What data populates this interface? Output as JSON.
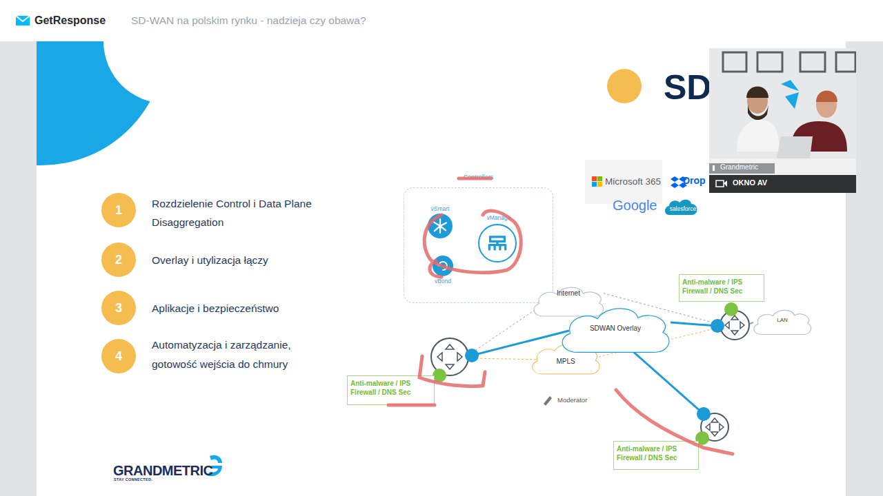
{
  "diagram": {
    "title": "SD-WAN na polskim rynku - nadzieja czy obawa?",
    "nodes": [
      {
        "text": [
          "1"
        ]
      },
      {
        "text": [
          "2"
        ]
      },
      {
        "text": [
          "3"
        ]
      },
      {
        "text": [
          "4"
        ]
      },
      {
        "text": [
          "Controllers"
        ]
      },
      {
        "text": [
          "vSmart"
        ],
        "in": 4
      },
      {
        "text": [
          "vManage"
        ],
        "in": 4
      },
      {
        "text": [
          "vBond"
        ],
        "in": 4
      },
      {
        "text": [
          "Internet"
        ]
      },
      {
        "text": [
          "SDWAN Overlay"
        ]
      },
      {
        "text": [
          "MPLS"
        ]
      },
      {
        "text": [
          "LAN"
        ]
      },
      {
        "text": [
          "Anti-malware / IPS Firewall / DNS Sec"
        ]
      },
      {
        "text": [
          "Anti-malware / IPS Firewall / DNS Sec"
        ]
      },
      {
        "text": [
          "Anti-malware / IPS Firewall / DNS Sec"
        ]
      }
    ],
    "labels": [
      "GetResponse",
      "SD",
      "Rozdzielenie Control i Data Plane Disaggregation",
      "Overlay i utylizacja łączy",
      "Aplikacje i bezpieczeństwo",
      "Automatyzacja i zarządzanie, gotowość wejścia do chmury",
      "Microsoft 365",
      "Drop",
      "Google",
      "salesforce",
      "Grandmetric",
      "OKNO AV",
      "Moderator",
      "GRANDMETRIC",
      "STAY CONNECTED."
    ]
  }
}
